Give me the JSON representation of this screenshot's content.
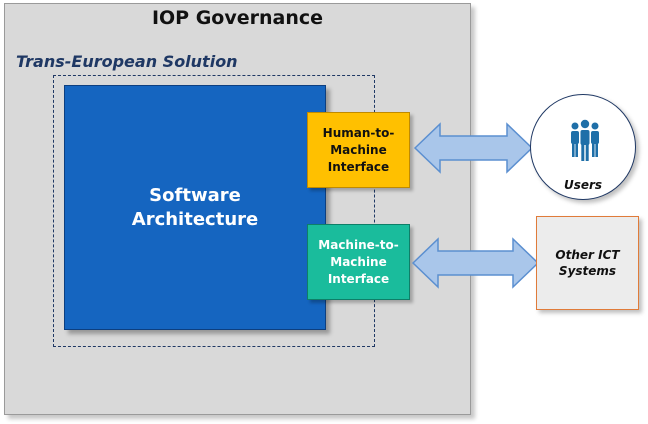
{
  "governance": {
    "title": "IOP Governance"
  },
  "solution": {
    "label": "Trans-European Solution"
  },
  "software": {
    "label": "Software\nArchitecture"
  },
  "interfaces": {
    "human_to_machine": "Human-to-\nMachine\nInterface",
    "machine_to_machine": "Machine-to-\nMachine\nInterface"
  },
  "users": {
    "label": "Users",
    "icon": "users-icon"
  },
  "other_systems": {
    "label": "Other ICT\nSystems"
  },
  "colors": {
    "governance_bg": "#d9d9d9",
    "solution_label": "#1f3864",
    "software_bg": "#1565c0",
    "h2m_bg": "#ffc000",
    "m2m_bg": "#1abc9c",
    "arrow_fill": "#a9c6ea",
    "arrow_stroke": "#5b8fd0",
    "users_icon": "#1f6fa8",
    "other_border": "#e07b39"
  }
}
